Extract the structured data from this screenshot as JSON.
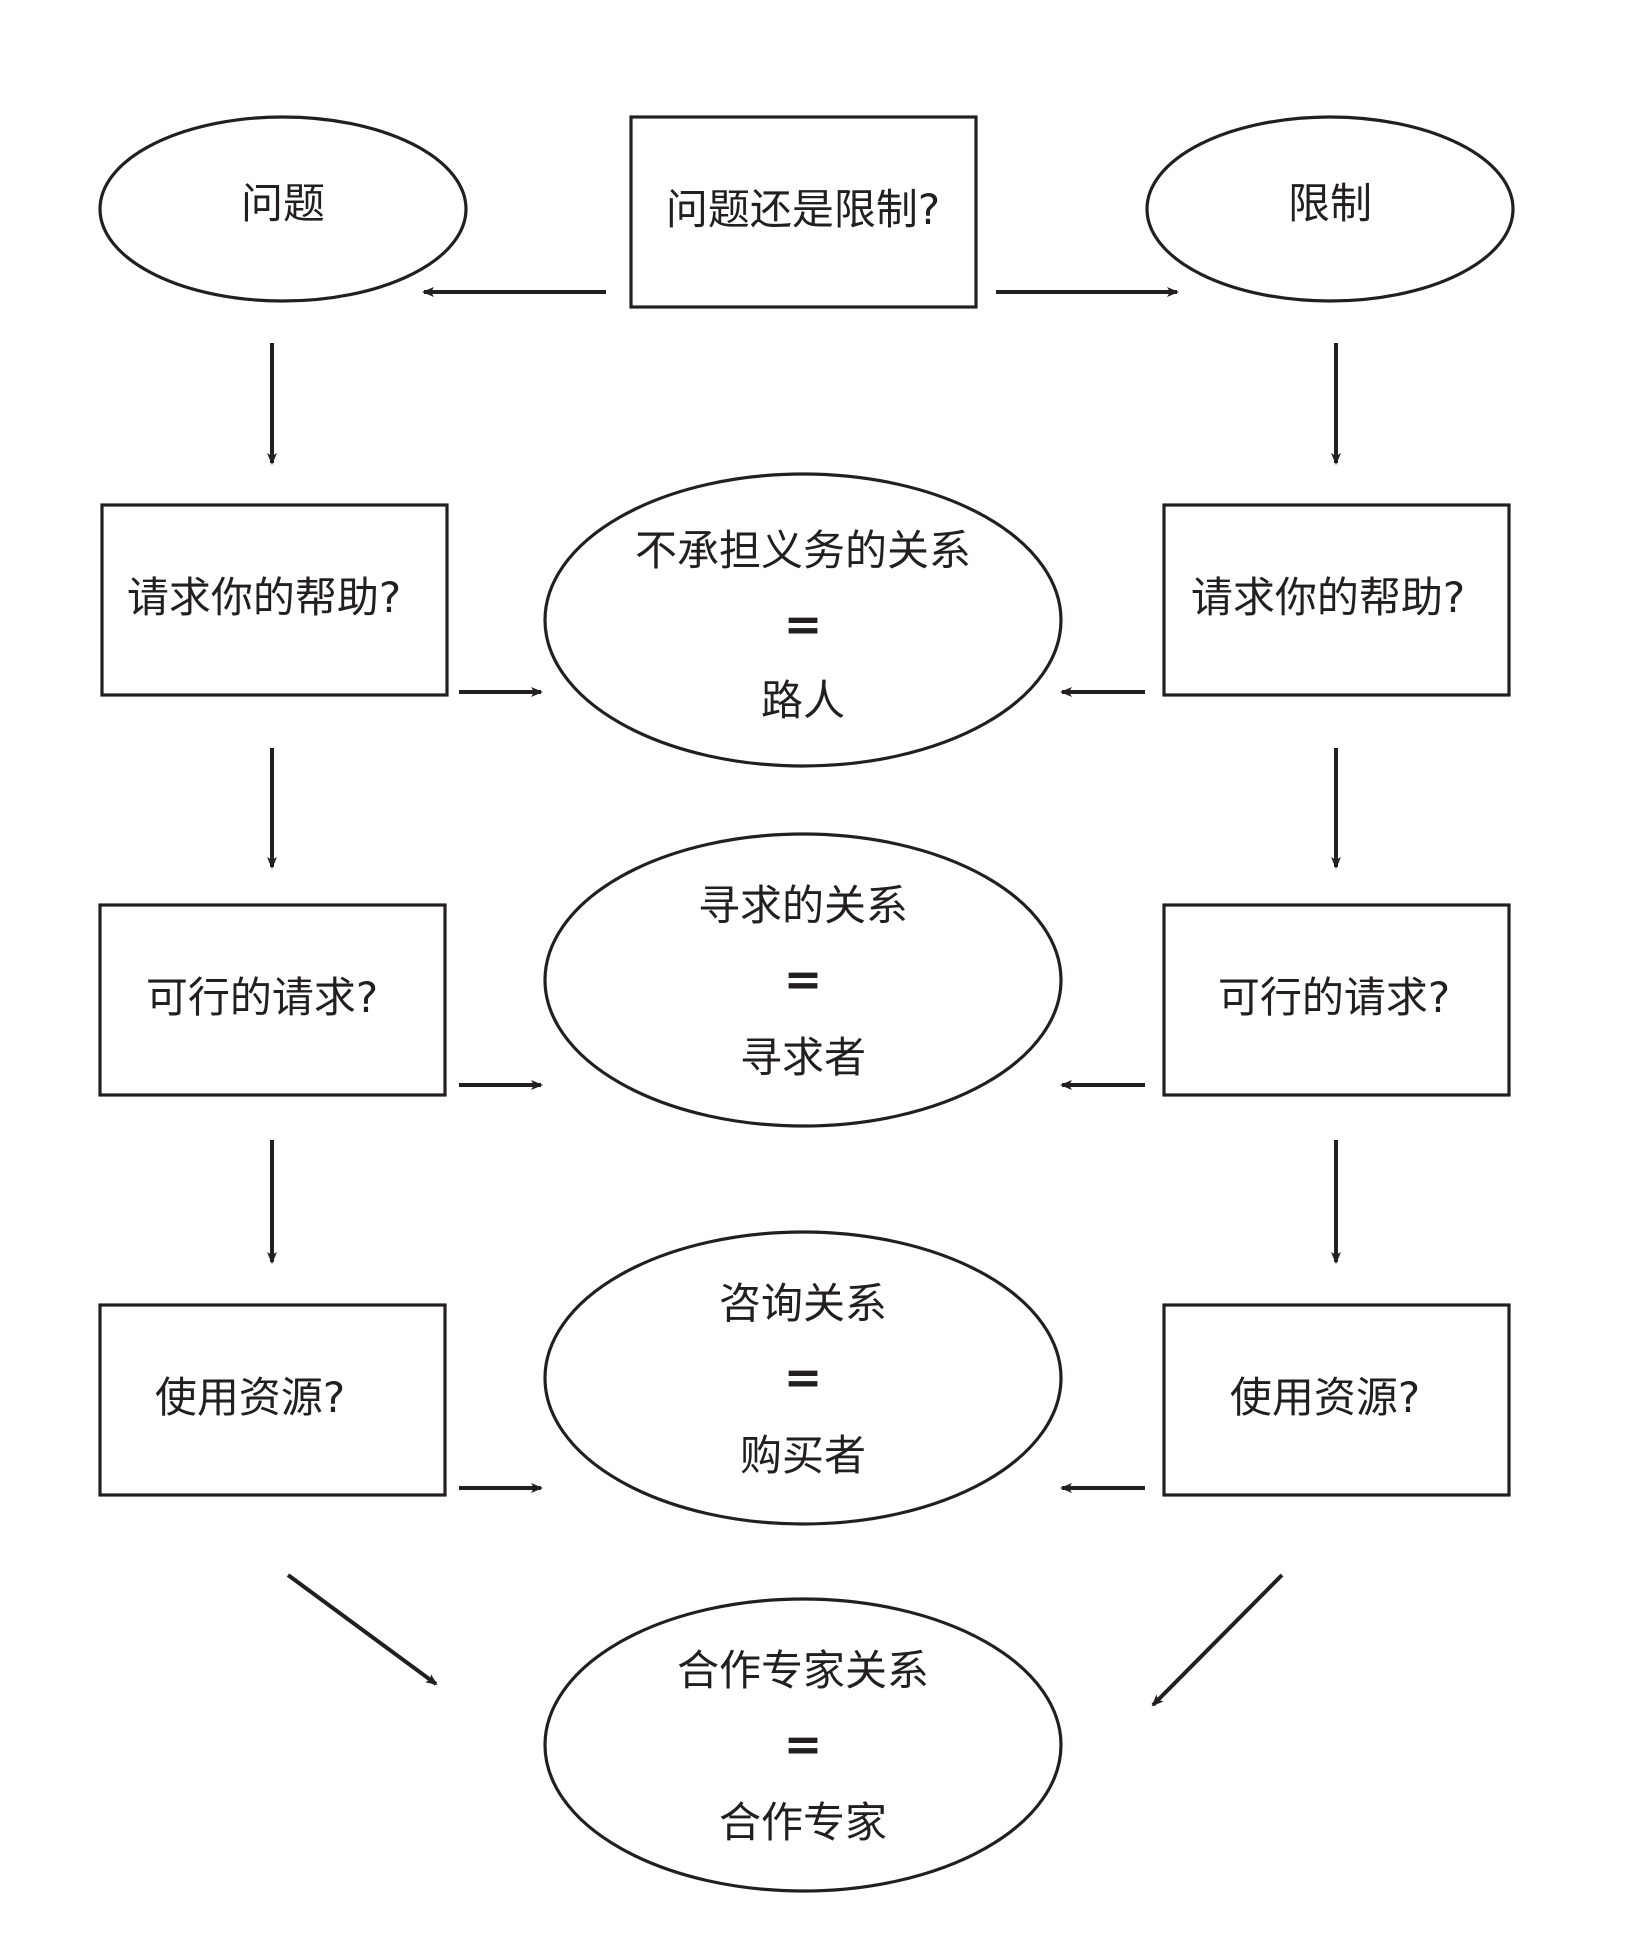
{
  "nodes": {
    "root_question": "问题还是限制?",
    "problem": "问题",
    "limit": "限制",
    "ask_help_left": "请求你的帮助?",
    "ask_help_right": "请求你的帮助?",
    "feasible_left": "可行的请求?",
    "feasible_right": "可行的请求?",
    "use_resources_left": "使用资源?",
    "use_resources_right": "使用资源?"
  },
  "relations": {
    "bystander": {
      "relation": "不承担义务的关系",
      "equals": "=",
      "role": "路人"
    },
    "seeker": {
      "relation": "寻求的关系",
      "equals": "=",
      "role": "寻求者"
    },
    "consult": {
      "relation": "咨询关系",
      "equals": "=",
      "role": "购买者"
    },
    "partner": {
      "relation": "合作专家关系",
      "equals": "=",
      "role": "合作专家"
    }
  },
  "colors": {
    "ink": "#231f20",
    "background": "#ffffff"
  }
}
